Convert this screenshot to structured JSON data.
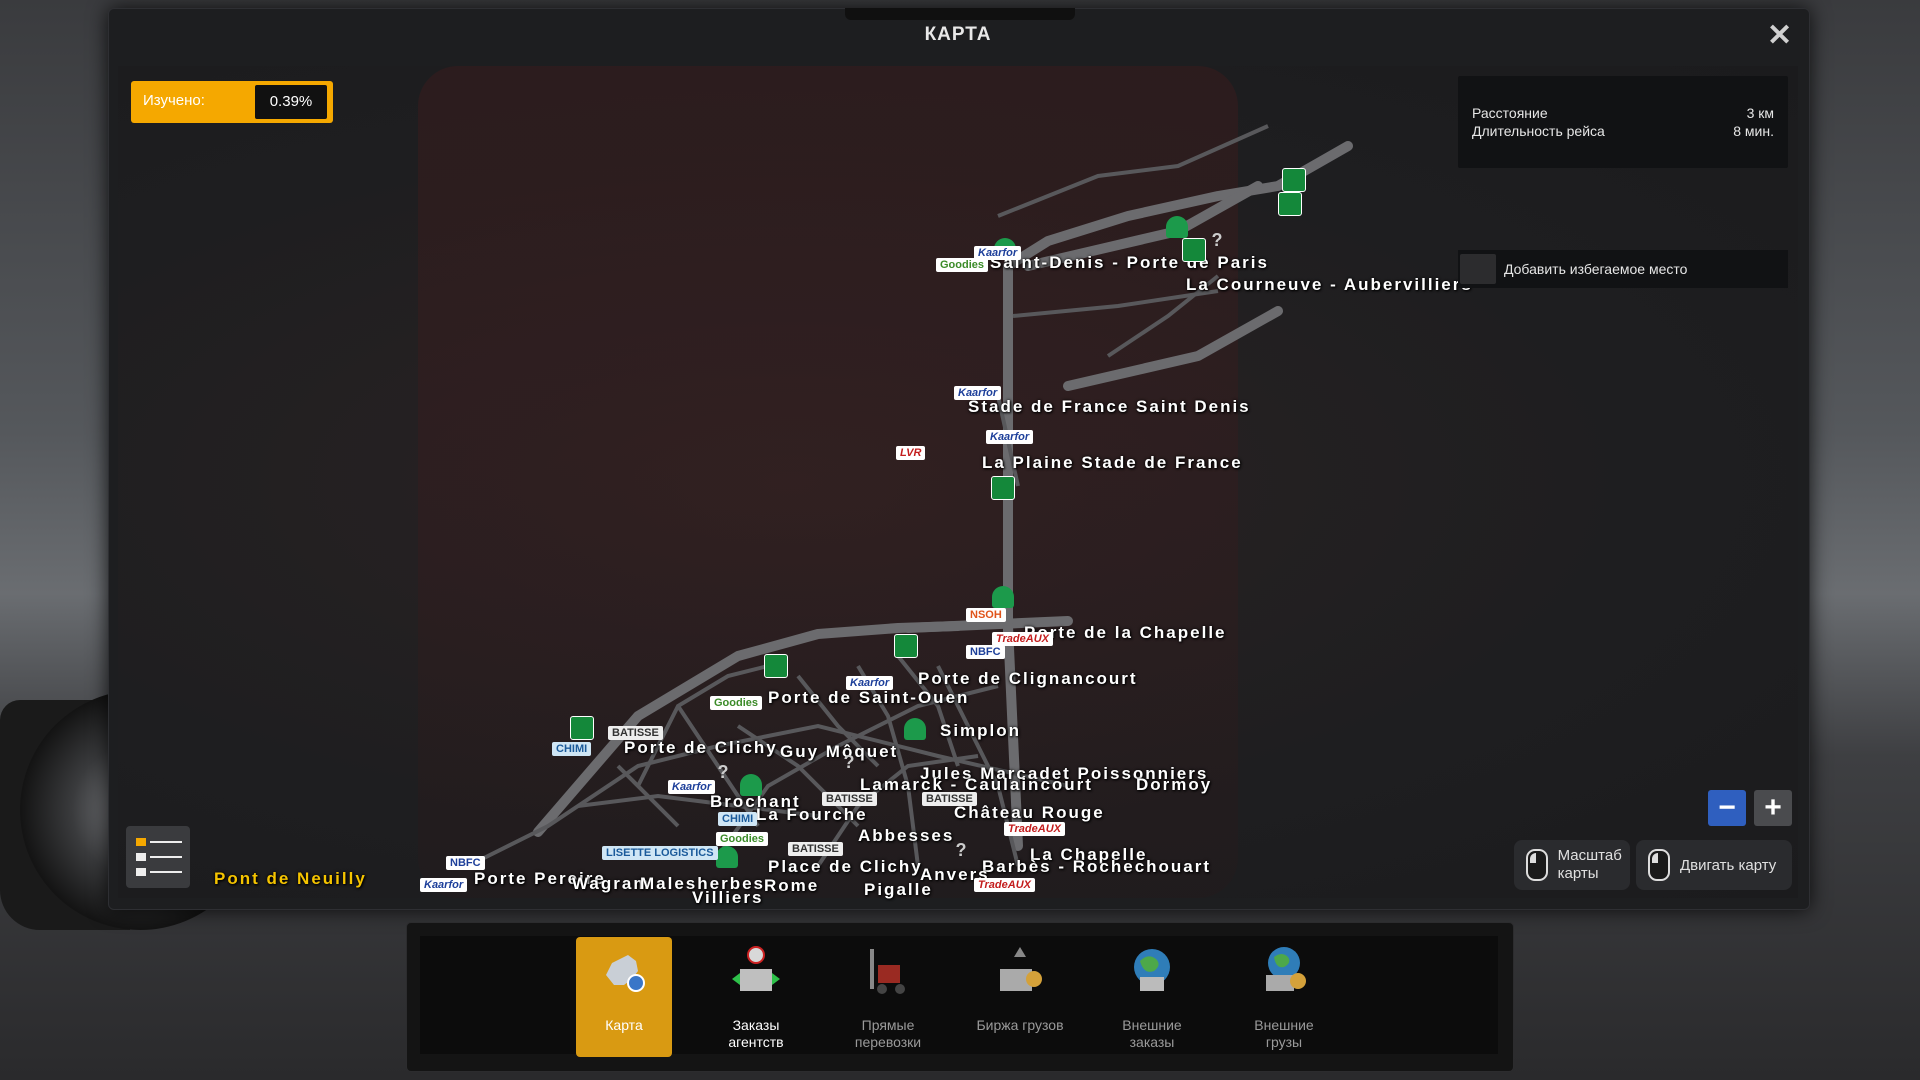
{
  "window": {
    "title": "КАРТА",
    "close_symbol": "✕"
  },
  "explored": {
    "label": "Изучено:",
    "value": "0.39%"
  },
  "info": {
    "distance_label": "Расстояние",
    "distance_value": "3 км",
    "duration_label": "Длительность рейса",
    "duration_value": "8 мин."
  },
  "avoid": {
    "label": "Добавить избегаемое место"
  },
  "zoom": {
    "minus": "−",
    "plus": "+"
  },
  "hints": {
    "zoom": "Масштаб карты",
    "move": "Двигать карту"
  },
  "map": {
    "cities": [
      "Saint-Denis - Porte de Paris",
      "La Courneuve - Aubervilliers",
      "Stade de France  Saint Denis",
      "La Plaine Stade de France",
      "Porte de la Chapelle",
      "Porte de Clignancourt",
      "Porte de Saint-Ouen",
      "Simplon",
      "Porte de Clichy",
      "Guy Môquet",
      "Jules Marcadet Poissonniers",
      "Lamarck - Caulaincourt",
      "Brochant",
      "La Fourche",
      "Château Rouge",
      "Abbesses",
      "La Chapelle",
      "Place de Clichy",
      "Barbès - Rochechouart",
      "Pont de Neuilly",
      "Porte Pereire",
      "Wagram",
      "Malesherbes",
      "Rome",
      "Pigalle",
      "Villiers",
      "Anvers",
      "Dormoy"
    ],
    "logos": [
      "Kaarfor",
      "Goodies",
      "NSOH",
      "NBFC",
      "TradeAUX",
      "BATISSE",
      "CHIMI",
      "LVR",
      "LISETTE LOGISTICS"
    ]
  },
  "dock": [
    {
      "label": "Карта",
      "icon": "europe-map-icon"
    },
    {
      "label": "Заказы агентств",
      "icon": "agency-orders-icon"
    },
    {
      "label": "Прямые перевозки",
      "icon": "forklift-icon"
    },
    {
      "label": "Биржа грузов",
      "icon": "freight-market-icon"
    },
    {
      "label": "Внешние заказы",
      "icon": "globe-orders-icon"
    },
    {
      "label": "Внешние грузы",
      "icon": "globe-cargo-icon"
    }
  ]
}
